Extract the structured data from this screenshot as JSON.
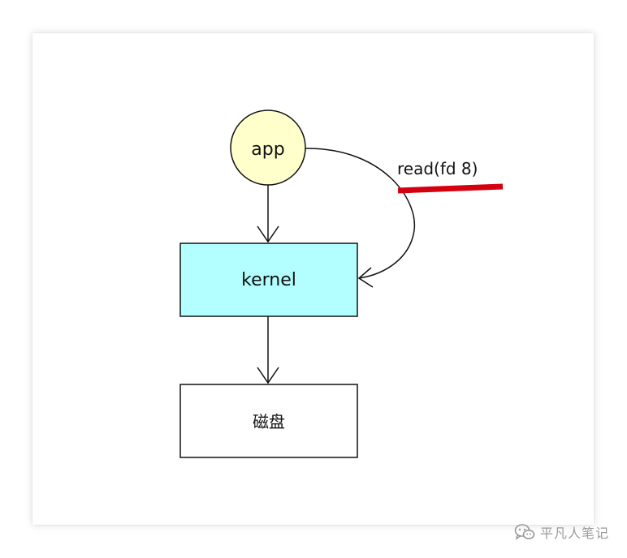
{
  "diagram": {
    "nodes": {
      "app": {
        "label": "app",
        "fill": "#ffffcc"
      },
      "kernel": {
        "label": "kernel",
        "fill": "#b3ffff"
      },
      "disk": {
        "label": "磁盘",
        "fill": "#ffffff"
      }
    },
    "edges": {
      "read_call": {
        "label": "read(fd 8)",
        "blocked_color": "#d40010"
      }
    }
  },
  "watermark": {
    "icon": "wechat-icon",
    "text": "平凡人笔记"
  }
}
